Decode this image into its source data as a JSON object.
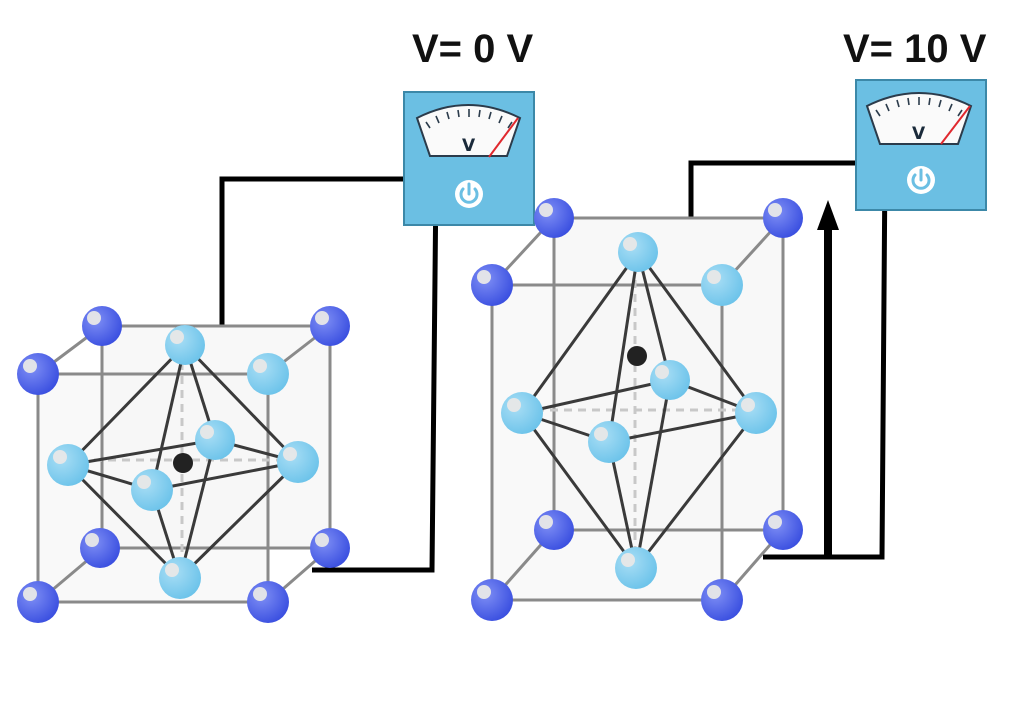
{
  "labels": {
    "left_voltage": "V= 0 V",
    "right_voltage": "V= 10 V"
  },
  "meters": {
    "unit": "V",
    "body_color": "#6bbfe3",
    "needle_color": "#e0282e",
    "power_icon": "power-icon"
  },
  "colors": {
    "corner_atom": "#4a5fe8",
    "face_atom": "#7ccbee",
    "center_atom": "#222222",
    "wire": "#000000",
    "lattice": "#8a8a8a"
  }
}
